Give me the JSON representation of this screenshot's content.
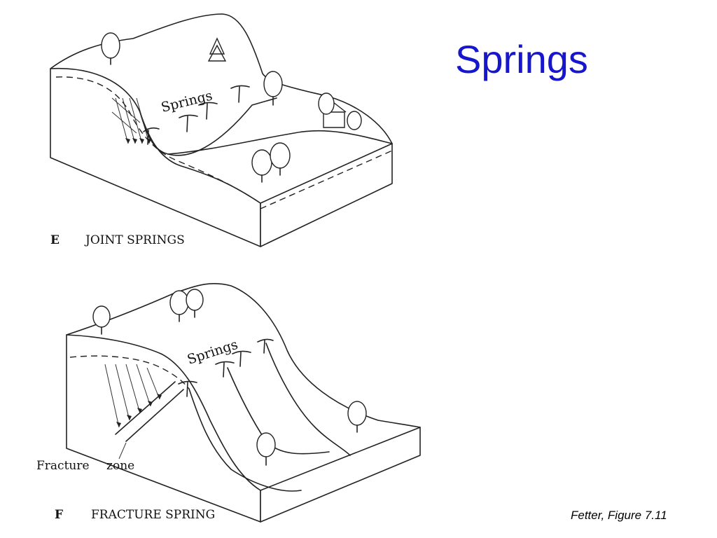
{
  "slide": {
    "title": "Springs",
    "citation": "Fetter, Figure 7.11"
  },
  "figure_e": {
    "letter": "E",
    "caption": "JOINT SPRINGS",
    "springs_label": "Springs"
  },
  "figure_f": {
    "letter": "F",
    "caption": "FRACTURE SPRING",
    "springs_label": "Springs",
    "fracture_label": "Fracture",
    "zone_label": "zone"
  }
}
